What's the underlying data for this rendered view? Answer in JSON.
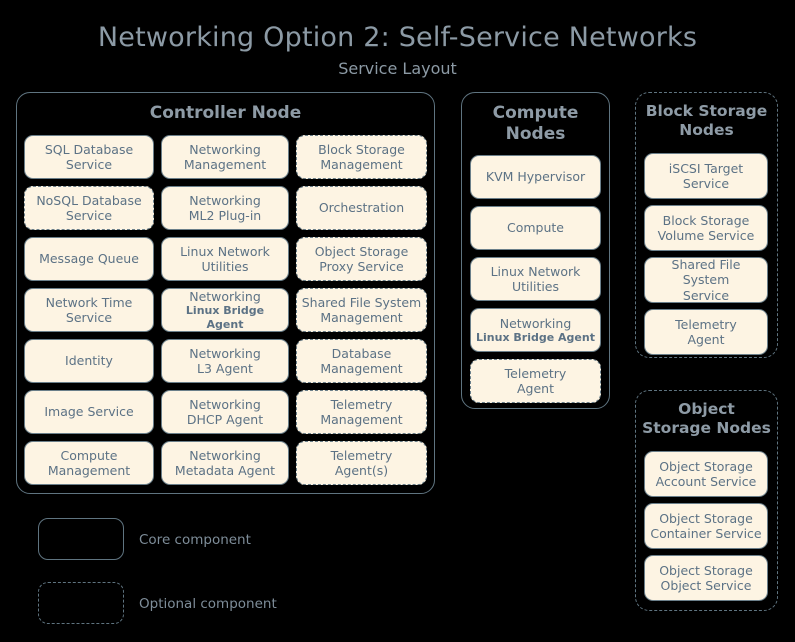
{
  "header": {
    "title": "Networking Option 2: Self-Service Networks",
    "subtitle": "Service Layout"
  },
  "colors": {
    "background": "#000000",
    "box_fill": "#fdf4e3",
    "box_border": "#6b7f8a",
    "box_text": "#5c7285",
    "group_border": "#5f7480",
    "group_title": "#8e9ba6",
    "title_text": "#8c9aa5",
    "legend_text": "#7e8d99"
  },
  "groups": [
    {
      "id": "controller-node",
      "title": "Controller Node",
      "style": "solid",
      "columns": [
        {
          "id": "controller-col-1",
          "items": [
            {
              "line1": "SQL Database",
              "line2": "Service",
              "style": "solid"
            },
            {
              "line1": "NoSQL Database",
              "line2": "Service",
              "style": "dashed"
            },
            {
              "line1": "Message Queue",
              "line2": "",
              "style": "solid"
            },
            {
              "line1": "Network Time",
              "line2": "Service",
              "style": "solid"
            },
            {
              "line1": "Identity",
              "line2": "",
              "style": "solid"
            },
            {
              "line1": "Image Service",
              "line2": "",
              "style": "solid"
            },
            {
              "line1": "Compute",
              "line2": "Management",
              "style": "solid"
            }
          ]
        },
        {
          "id": "controller-col-2",
          "items": [
            {
              "line1": "Networking",
              "line2": "Management",
              "style": "solid"
            },
            {
              "line1": "Networking",
              "line2": "ML2 Plug-in",
              "style": "solid"
            },
            {
              "line1": "Linux Network",
              "line2": "Utilities",
              "style": "solid"
            },
            {
              "line1": "Networking",
              "line2": "Linux Bridge Agent",
              "style": "solid",
              "small_second_line": true
            },
            {
              "line1": "Networking",
              "line2": "L3 Agent",
              "style": "solid"
            },
            {
              "line1": "Networking",
              "line2": "DHCP Agent",
              "style": "solid"
            },
            {
              "line1": "Networking",
              "line2": "Metadata Agent",
              "style": "solid"
            }
          ]
        },
        {
          "id": "controller-col-3",
          "items": [
            {
              "line1": "Block Storage",
              "line2": "Management",
              "style": "dashed"
            },
            {
              "line1": "Orchestration",
              "line2": "",
              "style": "dashed"
            },
            {
              "line1": "Object Storage",
              "line2": "Proxy Service",
              "style": "dashed"
            },
            {
              "line1": "Shared File System",
              "line2": "Management",
              "style": "dashed"
            },
            {
              "line1": "Database",
              "line2": "Management",
              "style": "dashed"
            },
            {
              "line1": "Telemetry",
              "line2": "Management",
              "style": "dashed"
            },
            {
              "line1": "Telemetry",
              "line2": "Agent(s)",
              "style": "dashed"
            }
          ]
        }
      ]
    },
    {
      "id": "compute-nodes",
      "title_line1": "Compute",
      "title_line2": "Nodes",
      "style": "solid",
      "items": [
        {
          "line1": "KVM Hypervisor",
          "line2": "",
          "style": "solid"
        },
        {
          "line1": "Compute",
          "line2": "",
          "style": "solid"
        },
        {
          "line1": "Linux Network",
          "line2": "Utilities",
          "style": "solid"
        },
        {
          "line1": "Networking",
          "line2": "Linux Bridge Agent",
          "style": "solid",
          "small_second_line": true
        },
        {
          "line1": "Telemetry",
          "line2": "Agent",
          "style": "dashed"
        }
      ]
    },
    {
      "id": "block-storage-nodes",
      "title_line1": "Block Storage",
      "title_line2": "Nodes",
      "style": "dashed",
      "items": [
        {
          "line1": "iSCSI Target",
          "line2": "Service",
          "style": "solid"
        },
        {
          "line1": "Block Storage",
          "line2": "Volume Service",
          "style": "solid"
        },
        {
          "line1": "Shared File System",
          "line2": "Service",
          "style": "solid"
        },
        {
          "line1": "Telemetry",
          "line2": "Agent",
          "style": "solid"
        }
      ]
    },
    {
      "id": "object-storage-nodes",
      "title_line1": "Object",
      "title_line2": "Storage Nodes",
      "style": "dashed",
      "items": [
        {
          "line1": "Object Storage",
          "line2": "Account Service",
          "style": "solid"
        },
        {
          "line1": "Object Storage",
          "line2": "Container Service",
          "style": "solid"
        },
        {
          "line1": "Object Storage",
          "line2": "Object Service",
          "style": "solid"
        }
      ]
    }
  ],
  "legend": [
    {
      "id": "legend-core",
      "label": "Core component",
      "style": "solid"
    },
    {
      "id": "legend-optional",
      "label": "Optional component",
      "style": "dashed"
    }
  ]
}
